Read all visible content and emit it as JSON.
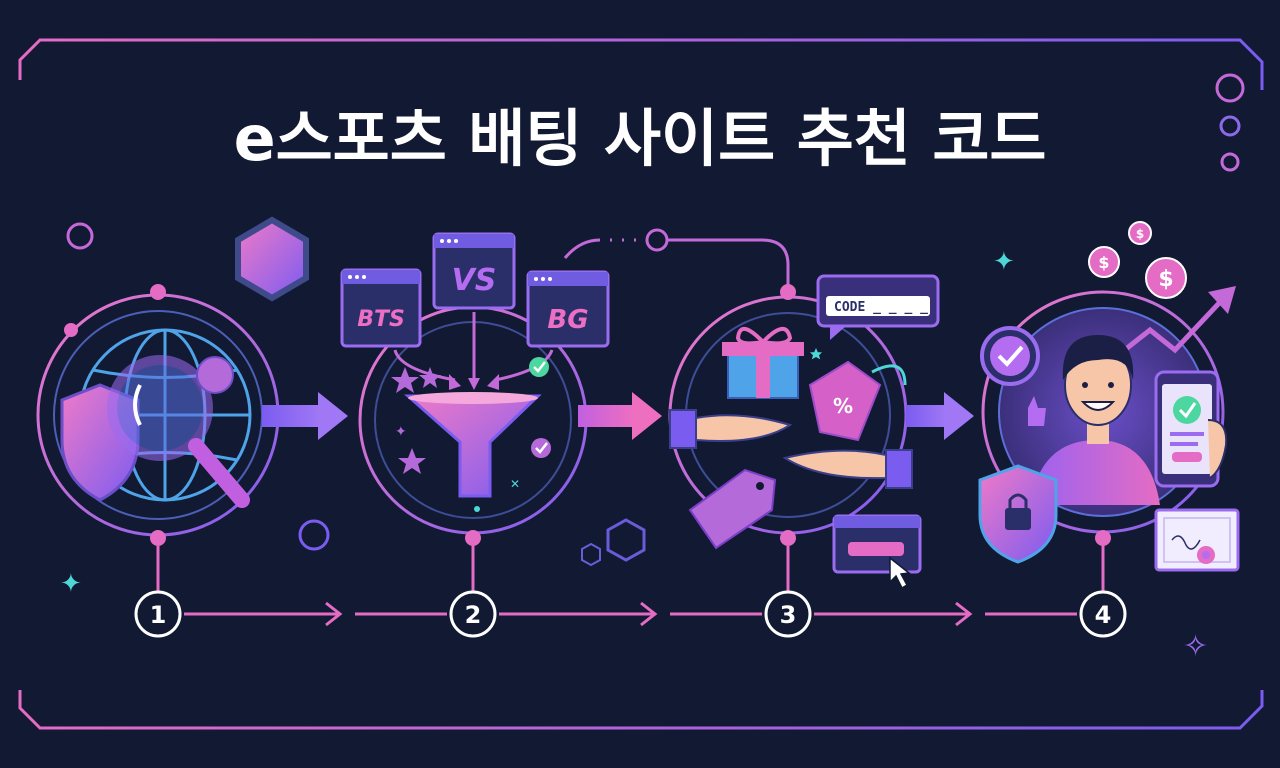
{
  "title": "e스포츠 배팅 사이트 추천 코드",
  "colors": {
    "background": "#121933",
    "pink": "#e46cc4",
    "purple": "#a36df0",
    "violet": "#7b5cf0",
    "blue": "#4fa3e8",
    "teal": "#4dd7d7",
    "white": "#ffffff",
    "line": "#b45ed9"
  },
  "steps": [
    {
      "number": "1",
      "icon": "globe-magnifier-shield-icon"
    },
    {
      "number": "2",
      "icon": "funnel-filter-icon",
      "cards": [
        "BTS",
        "VS",
        "BG"
      ]
    },
    {
      "number": "3",
      "icon": "gift-handshake-icon",
      "code_card": "CODE _ _ _ _",
      "tag": "%"
    },
    {
      "number": "4",
      "icon": "happy-user-phone-icon"
    }
  ]
}
